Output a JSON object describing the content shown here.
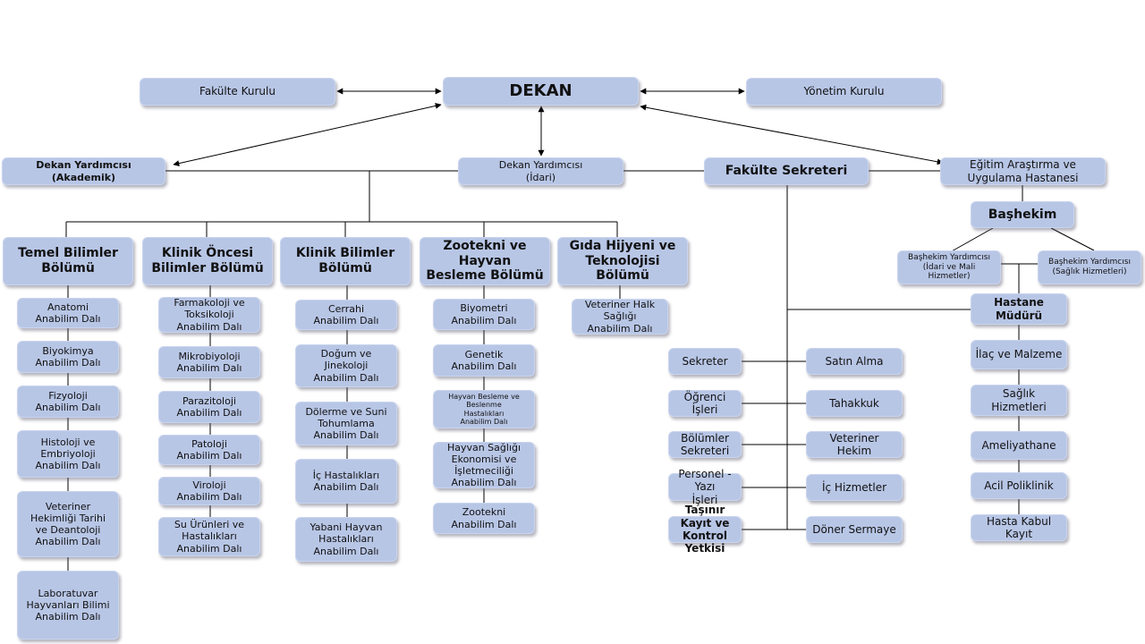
{
  "top": {
    "dekan": "DEKAN",
    "fakulte_kurulu": "Fakülte Kurulu",
    "yonetim_kurulu": "Yönetim Kurulu"
  },
  "second": {
    "dekan_yrd_akademik": "Dekan Yardımcısı\n(Akademik)",
    "dekan_yrd_idari": "Dekan Yardımcısı\n(İdari)",
    "fakulte_sekreteri": "Fakülte Sekreteri",
    "hastane": "Eğitim Araştırma ve\nUygulama Hastanesi"
  },
  "departments": [
    {
      "title": "Temel Bilimler\nBölümü",
      "units": [
        "Anatomi\nAnabilim Dalı",
        "Biyokimya\nAnabilim Dalı",
        "Fizyoloji\nAnabilim Dalı",
        "Histoloji ve\nEmbriyoloji\nAnabilim Dalı",
        "Veteriner\nHekimliği Tarihi\nve Deantoloji\nAnabilim Dalı",
        "Laboratuvar\nHayvanları Bilimi\nAnabilim Dalı"
      ]
    },
    {
      "title": "Klinik Öncesi\nBilimler Bölümü",
      "units": [
        "Farmakoloji ve\nToksikoloji\nAnabilim Dalı",
        "Mikrobiyoloji\nAnabilim Dalı",
        "Parazitoloji\nAnabilim Dalı",
        "Patoloji\nAnabilim Dalı",
        "Viroloji\nAnabilim Dalı",
        "Su Ürünleri ve\nHastalıkları\nAnabilim Dalı"
      ]
    },
    {
      "title": "Klinik Bilimler\nBölümü",
      "units": [
        "Cerrahi\nAnabilim Dalı",
        "Doğum ve\nJinekoloji\nAnabilim Dalı",
        "Dölerme ve Suni\nTohumlama\nAnabilim Dalı",
        "İç Hastalıkları\nAnabilim Dalı",
        "Yabani Hayvan\nHastalıkları\nAnabilim Dalı"
      ]
    },
    {
      "title": "Zootekni ve\nHayvan\nBesleme Bölümü",
      "units": [
        "Biyometri\nAnabilim Dalı",
        "Genetik\nAnabilim Dalı",
        "Hayvan Besleme ve\nBeslenme\nHastalıkları\nAnabilim Dalı",
        "Hayvan Sağlığı\nEkonomisi ve\nİşletmeciliği\nAnabilim Dalı",
        "Zootekni\nAnabilim Dalı"
      ]
    },
    {
      "title": "Gıda Hijyeni ve\nTeknolojisi\nBölümü",
      "units": [
        "Veteriner Halk\nSağlığı\nAnabilim Dalı"
      ]
    }
  ],
  "secretariat": {
    "left": [
      "Sekreter",
      "Öğrenci İşleri",
      "Bölümler\nSekreteri",
      "Personel - Yazı\nİşleri",
      "Taşınır Kayıt ve\nKontrol Yetkisi"
    ],
    "right": [
      "Satın Alma",
      "Tahakkuk",
      "Veteriner\nHekim",
      "İç Hizmetler",
      "Döner Sermaye"
    ]
  },
  "hospital": {
    "bashekim": "Başhekim",
    "yrd_idari": "Başhekim Yardımcısı\n(İdari ve Mali\nHizmetler)",
    "yrd_saglik": "Başhekim Yardımcısı\n(Sağlık Hizmetleri)",
    "mudur": "Hastane\nMüdürü",
    "units": [
      "İlaç ve Malzeme",
      "Sağlık\nHizmetleri",
      "Ameliyathane",
      "Acil Poliklinik",
      "Hasta Kabul\nKayıt"
    ]
  }
}
